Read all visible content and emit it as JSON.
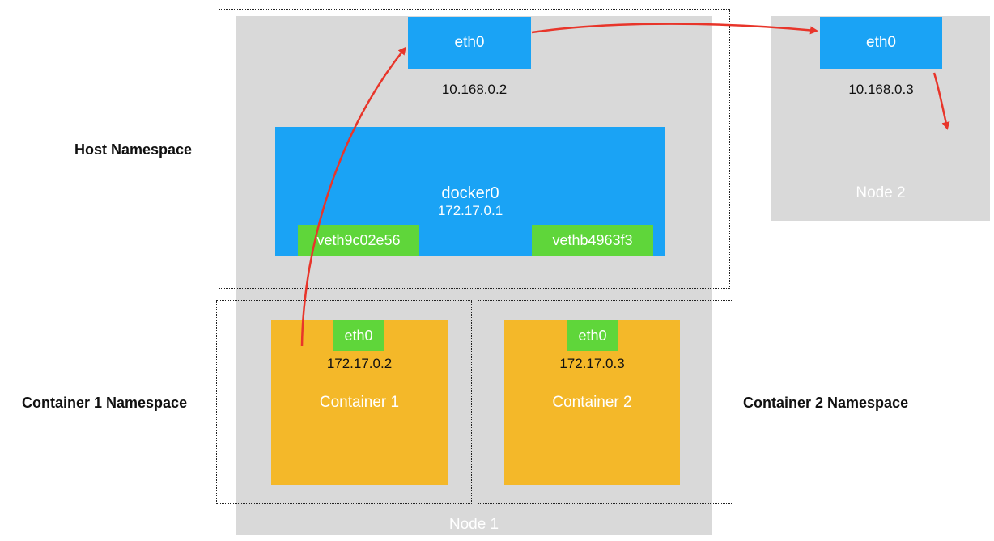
{
  "node1": {
    "label": "Node 1",
    "eth0_label": "eth0",
    "eth0_ip": "10.168.0.2",
    "bridge_name": "docker0",
    "bridge_ip": "172.17.0.1",
    "veth1": "veth9c02e56",
    "veth2": "vethb4963f3"
  },
  "node2": {
    "label": "Node 2",
    "eth0_label": "eth0",
    "eth0_ip": "10.168.0.3"
  },
  "container1": {
    "label": "Container 1",
    "eth0_label": "eth0",
    "ip": "172.17.0.2"
  },
  "container2": {
    "label": "Container  2",
    "eth0_label": "eth0",
    "ip": "172.17.0.3"
  },
  "namespaces": {
    "host": "Host Namespace",
    "container1": "Container 1 Namespace",
    "container2": "Container 2 Namespace"
  },
  "colors": {
    "node_bg": "#d9d9d9",
    "interface_blue": "#1aa3f5",
    "veth_green": "#5fd63a",
    "container_yellow": "#f4b829",
    "path_arrow": "#e8352a"
  }
}
